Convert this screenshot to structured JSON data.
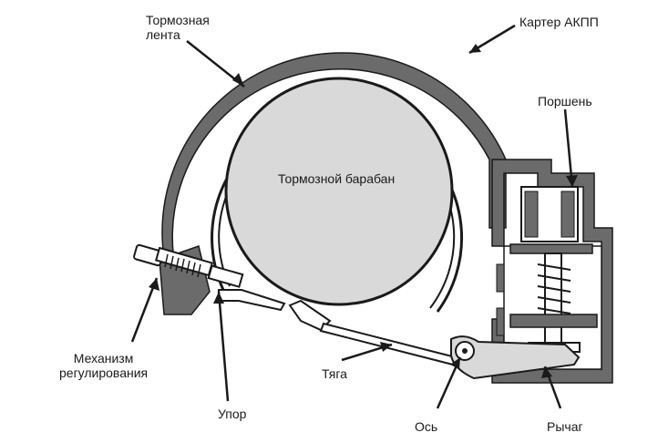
{
  "labels": {
    "brake_band": "Тормозная\nлента",
    "housing": "Картер АКПП",
    "piston": "Поршень",
    "drum": "Тормозной барабан",
    "adjuster": "Механизм\nрегулирования",
    "rod": "Тяга",
    "stop": "Упор",
    "axle": "Ось",
    "lever": "Рычаг"
  },
  "colors": {
    "ink": "#1a1a1a",
    "housing_fill": "#6b6b6b",
    "drum_fill": "#d9d9d9",
    "background": "#ffffff"
  }
}
